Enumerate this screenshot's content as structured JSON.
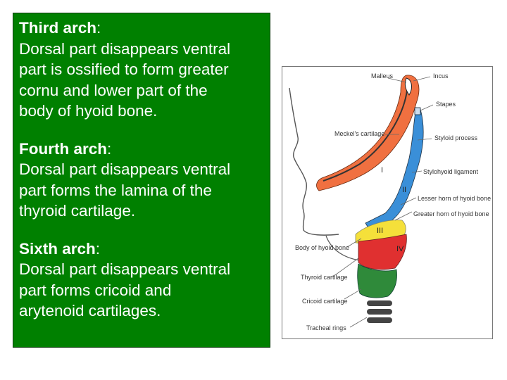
{
  "sections": [
    {
      "heading": "Third arch",
      "colon": ":",
      "body": [
        "Dorsal part disappears ventral",
        "part is ossified to form  greater",
        "cornu and  lower part of the",
        "body of hyoid bone."
      ]
    },
    {
      "heading": "Fourth arch",
      "colon": ":",
      "body": [
        "Dorsal part disappears ventral",
        "part forms the lamina of the",
        "thyroid cartilage."
      ]
    },
    {
      "heading": "Sixth arch",
      "colon": ":",
      "body": [
        "Dorsal part disappears ventral",
        "part forms cricoid and",
        "arytenoid cartilages."
      ]
    }
  ],
  "figure": {
    "labels": {
      "malleus": "Malleus",
      "incus": "Incus",
      "stapes": "Stapes",
      "meckels": "Meckel's cartilage",
      "styloid": "Styloid process",
      "stylohyoid": "Stylohyoid ligament",
      "lesser_horn": "Lesser horn of hyoid bone",
      "greater_horn": "Greater horn of hyoid bone",
      "body_hyoid": "Body of hyoid bone",
      "thyroid": "Thyroid cartilage",
      "cricoid": "Cricoid cartilage",
      "tracheal": "Tracheal rings"
    },
    "roman": {
      "arch1": "I",
      "arch2": "II",
      "arch3": "III",
      "arch4": "IV"
    },
    "colors": {
      "first_arch": "#f07040",
      "second_arch": "#3a8fd8",
      "third_arch": "#f5e03a",
      "fourth_arch": "#e03030",
      "sixth_arch": "#2f8a3a",
      "trachea": "#444444"
    }
  }
}
